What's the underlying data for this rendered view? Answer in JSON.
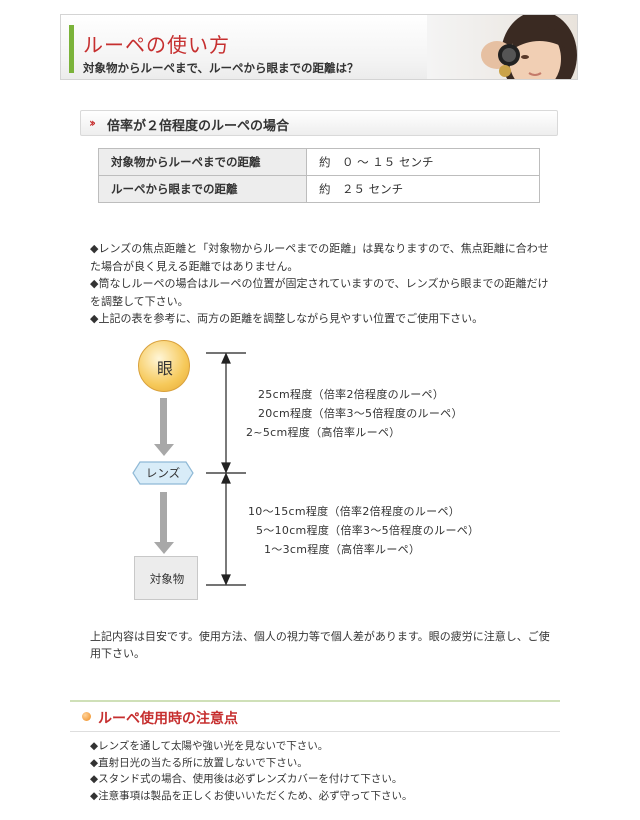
{
  "header": {
    "title": "ルーペの使い方",
    "subtitle": "対象物からルーペまで、ルーペから眼までの距離は？"
  },
  "section1": {
    "title": "倍率が２倍程度のルーペの場合"
  },
  "table": {
    "rows": [
      {
        "label": "対象物からルーペまでの距離",
        "value": "約　０ ～ １５ センチ"
      },
      {
        "label": "ルーペから眼までの距離",
        "value": "約　２５ センチ"
      }
    ]
  },
  "notes": [
    "◆レンズの焦点距離と「対象物からルーペまでの距離」は異なりますので、焦点距離に合わせた場合が良く見える距離ではありません。",
    "◆筒なしルーペの場合はルーペの位置が固定されていますので、レンズから眼までの距離だけを調整して下さい。",
    "◆上記の表を参考に、両方の距離を調整しながら見やすい位置でご使用下さい。"
  ],
  "diagram": {
    "eye": "眼",
    "lens": "レンズ",
    "object": "対象物",
    "upper_ranges": [
      "25cm程度（倍率2倍程度のルーペ）",
      "20cm程度（倍率3～5倍程度のルーペ）",
      "2~5cm程度（高倍率ルーペ）"
    ],
    "lower_ranges": [
      "10～15cm程度（倍率2倍程度のルーペ）",
      "5～10cm程度（倍率3～5倍程度のルーペ）",
      "1～3cm程度（高倍率ルーペ）"
    ]
  },
  "footnote": "上記内容は目安です。使用方法、個人の視力等で個人差があります。眼の疲労に注意し、ご使用下さい。",
  "section2": {
    "title": "ルーペ使用時の注意点",
    "items": [
      "◆レンズを通して太陽や強い光を見ないで下さい。",
      "◆直射日光の当たる所に放置しないで下さい。",
      "◆スタンド式の場合、使用後は必ずレンズカバーを付けて下さい。",
      "◆注意事項は製品を正しくお使いいただくため、必ず守って下さい。"
    ]
  },
  "colors": {
    "accent_red": "#c62f2f",
    "accent_green": "#7bb33a",
    "eye_circle": "#f6c95a",
    "lens": "#cfe6f6",
    "arrow_gray": "#a8a8a8"
  }
}
